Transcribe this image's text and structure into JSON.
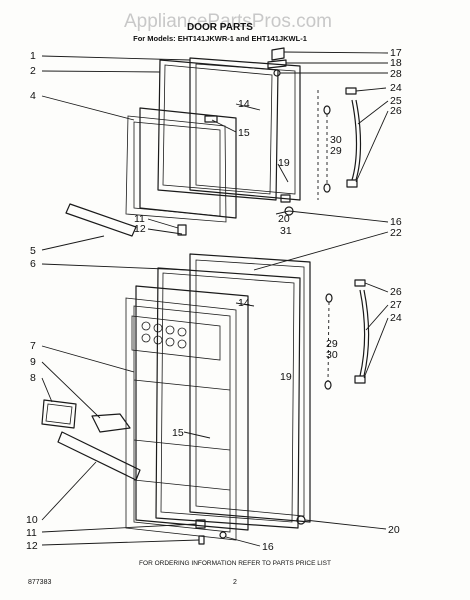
{
  "watermark": "AppliancePartsPros.com",
  "title": "DOOR PARTS",
  "subtitle": "For Models: EHT141JKWR-1 and EHT141JKWL-1",
  "footer_note": "FOR ORDERING INFORMATION REFER TO PARTS PRICE LIST",
  "doc_code": "877383",
  "page_number": "2",
  "callouts": {
    "c1": "1",
    "c2": "2",
    "c4": "4",
    "c5": "5",
    "c6": "6",
    "c7": "7",
    "c8": "8",
    "c9": "9",
    "c10": "10",
    "c11a": "11",
    "c12a": "12",
    "c11b": "11",
    "c12b": "12",
    "c14a": "14",
    "c15a": "15",
    "c19a": "19",
    "c20a": "20",
    "c31": "31",
    "c17": "17",
    "c18": "18",
    "c28": "28",
    "c24a": "24",
    "c25": "25",
    "c26a": "26",
    "c30a": "30",
    "c29a": "29",
    "c16a": "16",
    "c22": "22",
    "c14b": "14",
    "c26b": "26",
    "c27": "27",
    "c24b": "24",
    "c29b": "29",
    "c30b": "30",
    "c19b": "19",
    "c15b": "15",
    "c20b": "20",
    "c16b": "16"
  }
}
